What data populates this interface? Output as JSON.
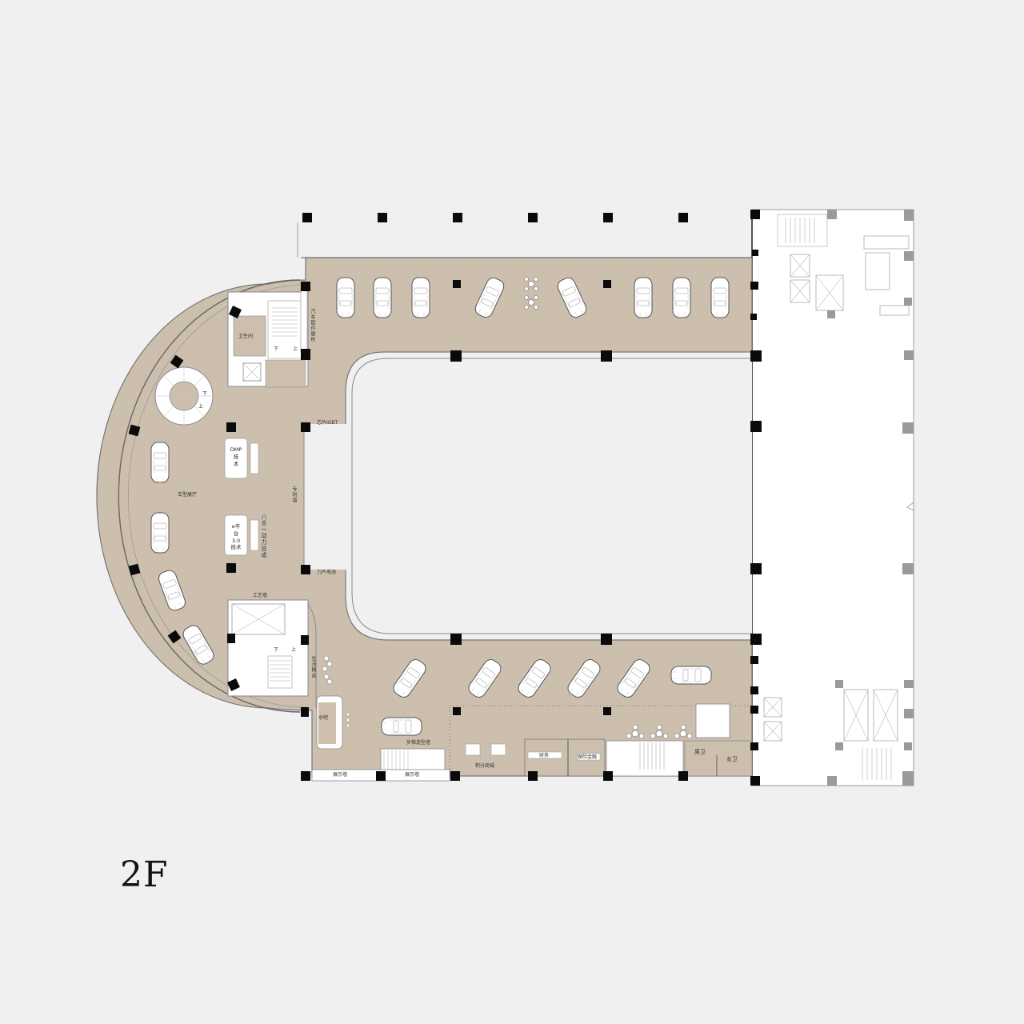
{
  "floor": {
    "label": "2F"
  },
  "colors": {
    "background": "#f0f0f0",
    "floor_wood": "#cdbfae",
    "wall": "#7a7a7a",
    "column_black": "#0a0a0a",
    "column_grey": "#9a9a9a",
    "service_core": "#ffffff"
  },
  "labels": {
    "parts_cabinet": "汽车配件展柜",
    "restroom_small": "卫生间",
    "stair_down": "下",
    "stair_up": "上",
    "showroom": "车型展厅",
    "dmp_tech": "DMP\n技\n术",
    "eplatform_tech": "e平\n台\n3.0\n技术",
    "eight_in_one": "八合一动力总成",
    "patent_wall": "专利墙",
    "chip_igbt": "芯片IGBT",
    "blade_battery": "刀片电池",
    "craft_wall": "工艺墙",
    "lifestyle_goods": "生活精品",
    "water_bar": "水吧",
    "stepped_display_wall": "步梯造型墙",
    "display_wall_1": "展示墙",
    "display_wall_2": "展示墙",
    "points_mall": "积分商城",
    "finance": "财务",
    "insurance_finance": "保险金融",
    "men_wc": "男卫",
    "women_wc": "女卫"
  },
  "annotations": {
    "car_count_total": 17,
    "column_grid_top_count": 6
  }
}
